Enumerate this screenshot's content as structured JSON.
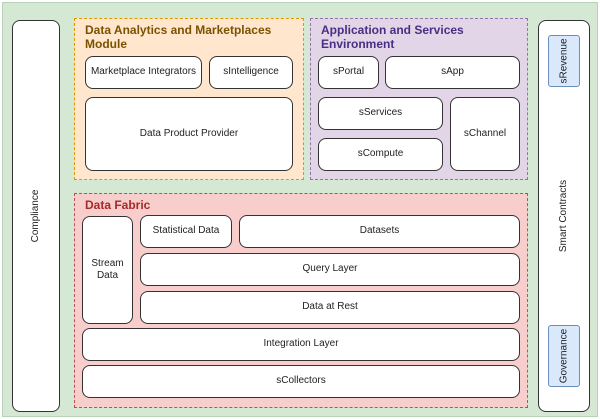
{
  "compliance": {
    "label": "Compliance"
  },
  "smart_contracts": {
    "label": "Smart Contracts",
    "srevenue": "sRevenue",
    "governance": "Governance"
  },
  "data_analytics": {
    "title": "Data Analytics and Marketplaces Module",
    "marketplace_integrators": "Marketplace Integrators",
    "sintelligence": "sIntelligence",
    "data_product_provider": "Data Product Provider"
  },
  "app_services": {
    "title": "Application and Services Environment",
    "sportal": "sPortal",
    "sapp": "sApp",
    "sservices": "sServices",
    "schannel": "sChannel",
    "scompute": "sCompute"
  },
  "data_fabric": {
    "title": "Data Fabric",
    "stream_data": "Stream Data",
    "statistical_data": "Statistical Data",
    "datasets": "Datasets",
    "query_layer": "Query Layer",
    "data_at_rest": "Data at Rest",
    "integration_layer": "Integration Layer",
    "scollectors": "sCollectors"
  },
  "colors": {
    "background": "#d5e8d4",
    "analytics_fill": "#ffe6cc",
    "services_fill": "#e1d5e7",
    "fabric_fill": "#f8cecc",
    "contract_badge_fill": "#dae8fc"
  }
}
